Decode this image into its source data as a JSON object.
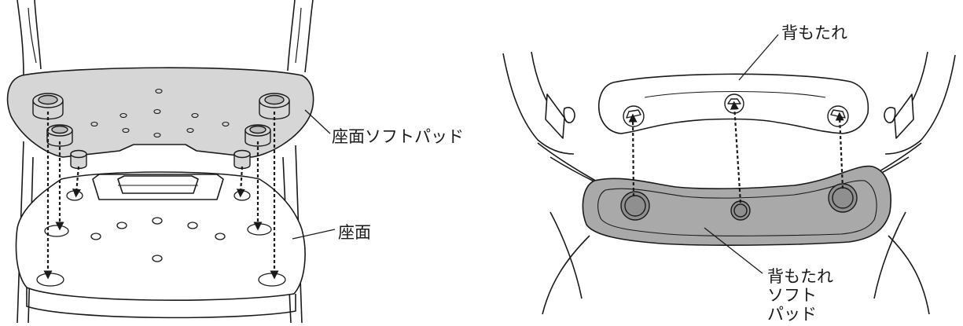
{
  "labels": {
    "seat_soft_pad": "座面ソフトパッド",
    "seat": "座面",
    "backrest": "背もたれ",
    "backrest_soft_pad_line1": "背もたれ",
    "backrest_soft_pad_line2": "ソフト",
    "backrest_soft_pad_line3": "パッド"
  },
  "colors": {
    "line": "#1a1a1a",
    "pad_light": "#d6d6d6",
    "pad_dark": "#a9a9a9",
    "background": "#ffffff"
  }
}
